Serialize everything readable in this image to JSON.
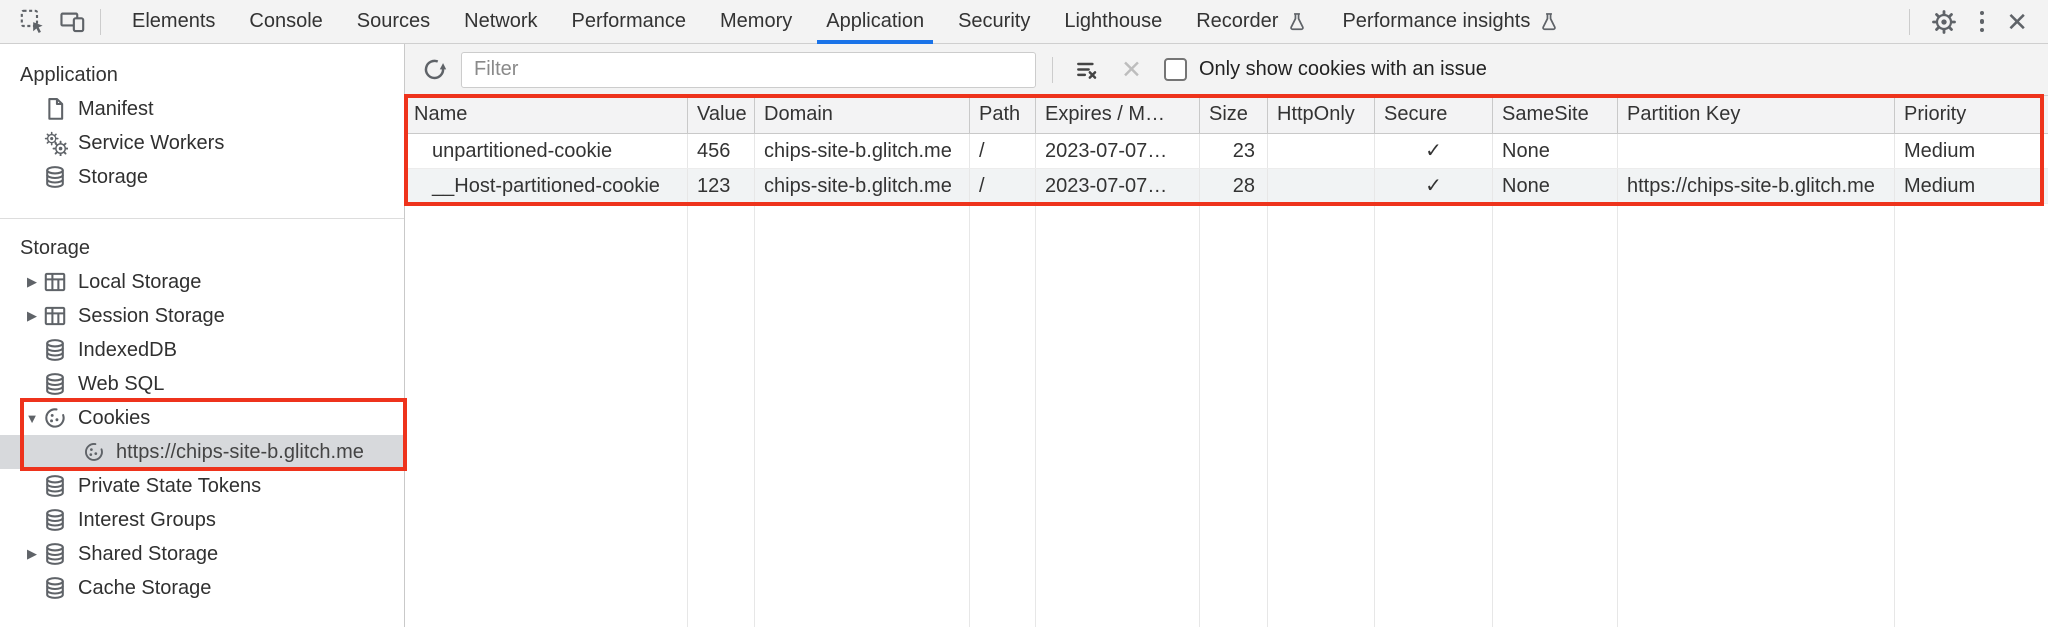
{
  "colors": {
    "accent_blue": "#1a73e8",
    "annotation_red": "#ee331c",
    "selection_gray": "#d7d9dc",
    "toolbar_gray": "#f3f3f3"
  },
  "top_toolbar": {
    "tabs": [
      {
        "label": "Elements",
        "active": false
      },
      {
        "label": "Console",
        "active": false
      },
      {
        "label": "Sources",
        "active": false
      },
      {
        "label": "Network",
        "active": false
      },
      {
        "label": "Performance",
        "active": false
      },
      {
        "label": "Memory",
        "active": false
      },
      {
        "label": "Application",
        "active": true
      },
      {
        "label": "Security",
        "active": false
      },
      {
        "label": "Lighthouse",
        "active": false
      },
      {
        "label": "Recorder",
        "active": false,
        "experimental": true
      },
      {
        "label": "Performance insights",
        "active": false,
        "experimental": true
      }
    ]
  },
  "sidebar": {
    "application_section": {
      "title": "Application",
      "items": [
        {
          "label": "Manifest",
          "icon": "document-icon"
        },
        {
          "label": "Service Workers",
          "icon": "service-workers-icon"
        },
        {
          "label": "Storage",
          "icon": "database-icon"
        }
      ]
    },
    "storage_section": {
      "title": "Storage",
      "items": [
        {
          "label": "Local Storage",
          "icon": "table-icon",
          "expander": "collapsed"
        },
        {
          "label": "Session Storage",
          "icon": "table-icon",
          "expander": "collapsed"
        },
        {
          "label": "IndexedDB",
          "icon": "database-icon"
        },
        {
          "label": "Web SQL",
          "icon": "database-icon"
        },
        {
          "label": "Cookies",
          "icon": "cookie-icon",
          "expander": "expanded",
          "annotated": true
        },
        {
          "label": "https://chips-site-b.glitch.me",
          "icon": "cookie-icon",
          "child": true,
          "selected": true,
          "annotated": true
        },
        {
          "label": "Private State Tokens",
          "icon": "database-icon"
        },
        {
          "label": "Interest Groups",
          "icon": "database-icon"
        },
        {
          "label": "Shared Storage",
          "icon": "database-icon",
          "expander": "collapsed"
        },
        {
          "label": "Cache Storage",
          "icon": "database-icon"
        }
      ]
    }
  },
  "cookie_panel": {
    "filter": {
      "placeholder": "Filter",
      "value": ""
    },
    "issue_checkbox_label": "Only show cookies with an issue",
    "checkbox_checked": false,
    "table": {
      "columns": [
        "Name",
        "Value",
        "Domain",
        "Path",
        "Expires / M…",
        "Size",
        "HttpOnly",
        "Secure",
        "SameSite",
        "Partition Key",
        "Priority"
      ],
      "rows": [
        {
          "name": "unpartitioned-cookie",
          "value": "456",
          "domain": "chips-site-b.glitch.me",
          "path": "/",
          "expires": "2023-07-07…",
          "size": "23",
          "http_only": "",
          "secure": "✓",
          "same_site": "None",
          "partition_key": "",
          "priority": "Medium"
        },
        {
          "name": "__Host-partitioned-cookie",
          "value": "123",
          "domain": "chips-site-b.glitch.me",
          "path": "/",
          "expires": "2023-07-07…",
          "size": "28",
          "http_only": "",
          "secure": "✓",
          "same_site": "None",
          "partition_key": "https://chips-site-b.glitch.me",
          "priority": "Medium"
        }
      ]
    }
  }
}
